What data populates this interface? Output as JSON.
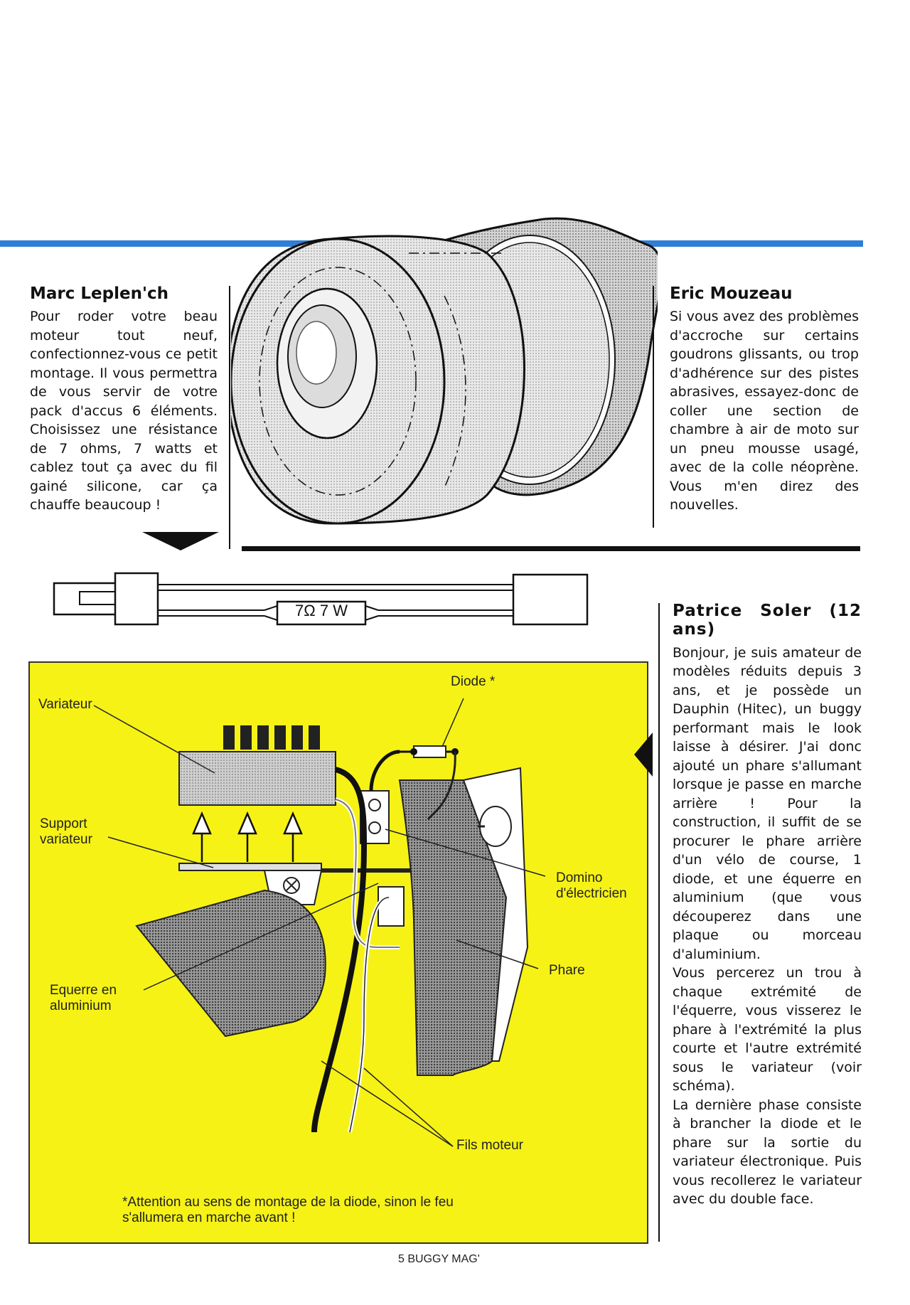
{
  "tips": {
    "left": {
      "author": "Marc Leplen'ch",
      "text": "Pour roder votre beau moteur tout neuf, confectionnez-vous ce petit montage. Il vous permettra de vous servir de votre pack d'accus 6 éléments. Choisissez une résistance de 7 ohms, 7 watts et cablez tout ça avec du fil gainé silicone, car ça chauffe beaucoup !"
    },
    "right": {
      "author": "Eric Mouzeau",
      "text": "Si vous avez des problèmes d'accroche sur certains goudrons glissants, ou trop d'adhérence sur des pistes abrasives, essayez-donc de coller une section de chambre à air de moto sur un pneu mousse usagé, avec de la colle néoprène. Vous m'en direz des nouvelles."
    },
    "bottom": {
      "author": "Patrice Soler (12 ans)",
      "paragraphs": [
        "Bonjour, je suis amateur de modèles réduits depuis 3 ans, et je possède un Dauphin (Hitec), un buggy performant mais le look laisse à désirer. J'ai donc ajouté un phare s'allumant lorsque je passe en marche arrière ! Pour la construction, il suffit de se procurer le phare arrière d'un vélo de course, 1 diode, et une équerre en aluminium (que vous découperez dans une plaque ou morceau d'aluminium.",
        "Vous percerez un trou à chaque extrémité de l'équerre, vous visserez le phare à l'extrémité la plus courte et l'autre extrémité sous le variateur (voir schéma).",
        "La dernière phase consiste à brancher la diode et le phare sur la sortie du variateur électronique. Puis vous recollerez le variateur avec du double face."
      ]
    }
  },
  "resistor_label": "7Ω 7 W",
  "diagram": {
    "labels": {
      "variateur": "Variateur",
      "support": "Support variateur",
      "equerre": "Equerre en aluminium",
      "diode": "Diode *",
      "domino": "Domino d'électricien",
      "phare": "Phare",
      "fils": "Fils moteur"
    },
    "note": "*Attention au sens de montage de la diode, sinon le feu s'allumera en marche avant !"
  },
  "footer": "5 BUGGY MAG'",
  "colors": {
    "rule_blue": "#2f7fd6",
    "diagram_yellow": "#f6f216"
  }
}
